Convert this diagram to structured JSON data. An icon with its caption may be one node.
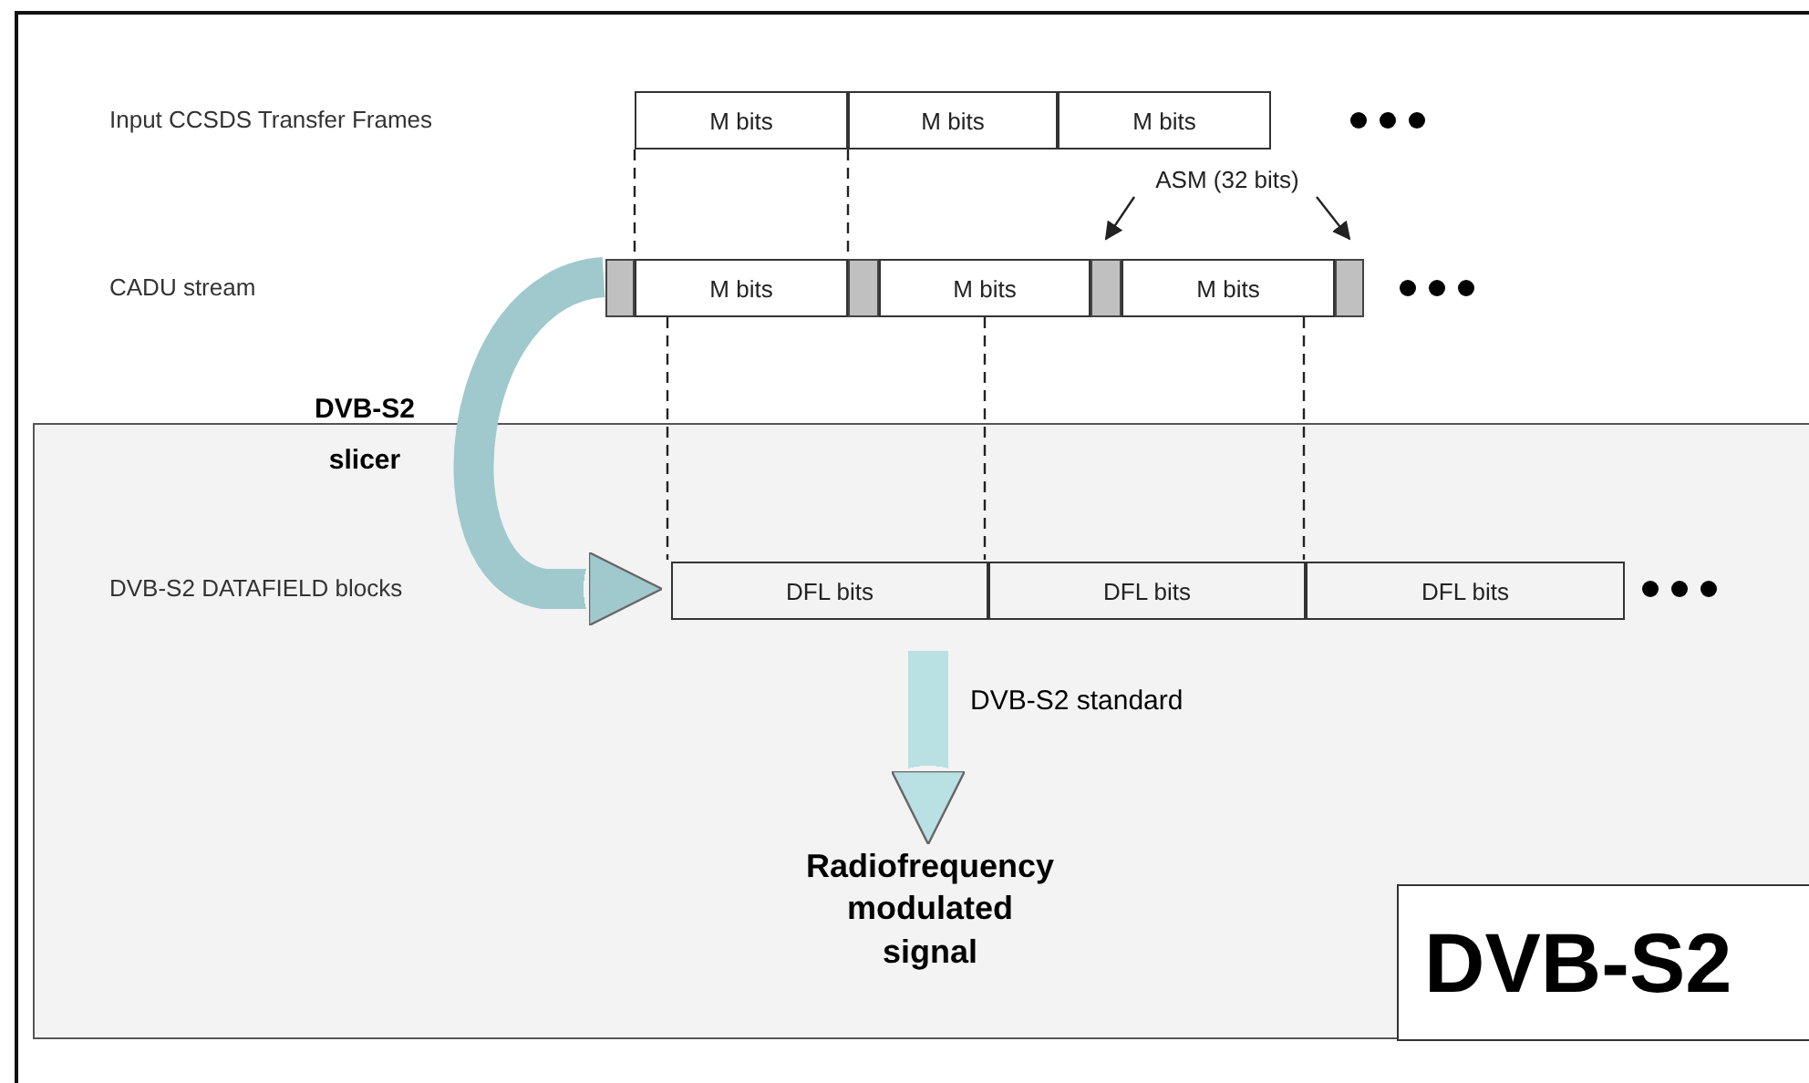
{
  "diagram": {
    "nodes": [
      {
        "text": [],
        "shape": "box"
      },
      {
        "text": [
          "M bits"
        ]
      },
      {
        "text": [
          "M bits"
        ]
      },
      {
        "text": [
          "M bits"
        ]
      },
      {
        "text": [],
        "shape": "box"
      },
      {
        "text": [
          "M bits"
        ]
      },
      {
        "text": [],
        "shape": "box"
      },
      {
        "text": [
          "M bits"
        ]
      },
      {
        "text": [],
        "shape": "box"
      },
      {
        "text": [
          "M bits"
        ]
      },
      {
        "text": [],
        "shape": "box"
      },
      {
        "text": [
          "ASM (32 bits)"
        ]
      },
      {
        "text": [
          "DFL bits"
        ],
        "in": 0
      },
      {
        "text": [
          "DFL bits"
        ],
        "in": 0
      },
      {
        "text": [
          "DFL bits"
        ],
        "in": 0
      },
      {
        "text": [
          "Radiofrequency modulated signal"
        ],
        "in": 0
      },
      {
        "text": [
          "DVB-S2"
        ],
        "in": 0
      }
    ],
    "edges": [
      {
        "from": 11,
        "to": 8,
        "arrow": "to"
      },
      {
        "from": 11,
        "to": 10,
        "arrow": "to"
      },
      {
        "from": 1,
        "to": 5,
        "arrow": "none",
        "style": "dashed"
      },
      {
        "from": 2,
        "to": 6,
        "arrow": "none",
        "style": "dashed"
      },
      {
        "from": 5,
        "to": 12,
        "arrow": "none",
        "style": "dashed"
      },
      {
        "from": 7,
        "to": 13,
        "arrow": "none",
        "style": "dashed"
      },
      {
        "from": 9,
        "to": 14,
        "arrow": "none",
        "style": "dashed"
      },
      {
        "from": 4,
        "to": 12,
        "arrow": "to",
        "label": "DVB-S2 slicer",
        "style": "thick",
        "color": "#9fc9cd"
      },
      {
        "from": 12,
        "to": 15,
        "arrow": "to",
        "label": "DVB-S2 standard",
        "style": "thick",
        "color": "#b9e0e3"
      }
    ],
    "labels": [
      "Input CCSDS Transfer Frames",
      "CADU stream",
      "DVB-S2 DATAFIELD blocks"
    ]
  }
}
